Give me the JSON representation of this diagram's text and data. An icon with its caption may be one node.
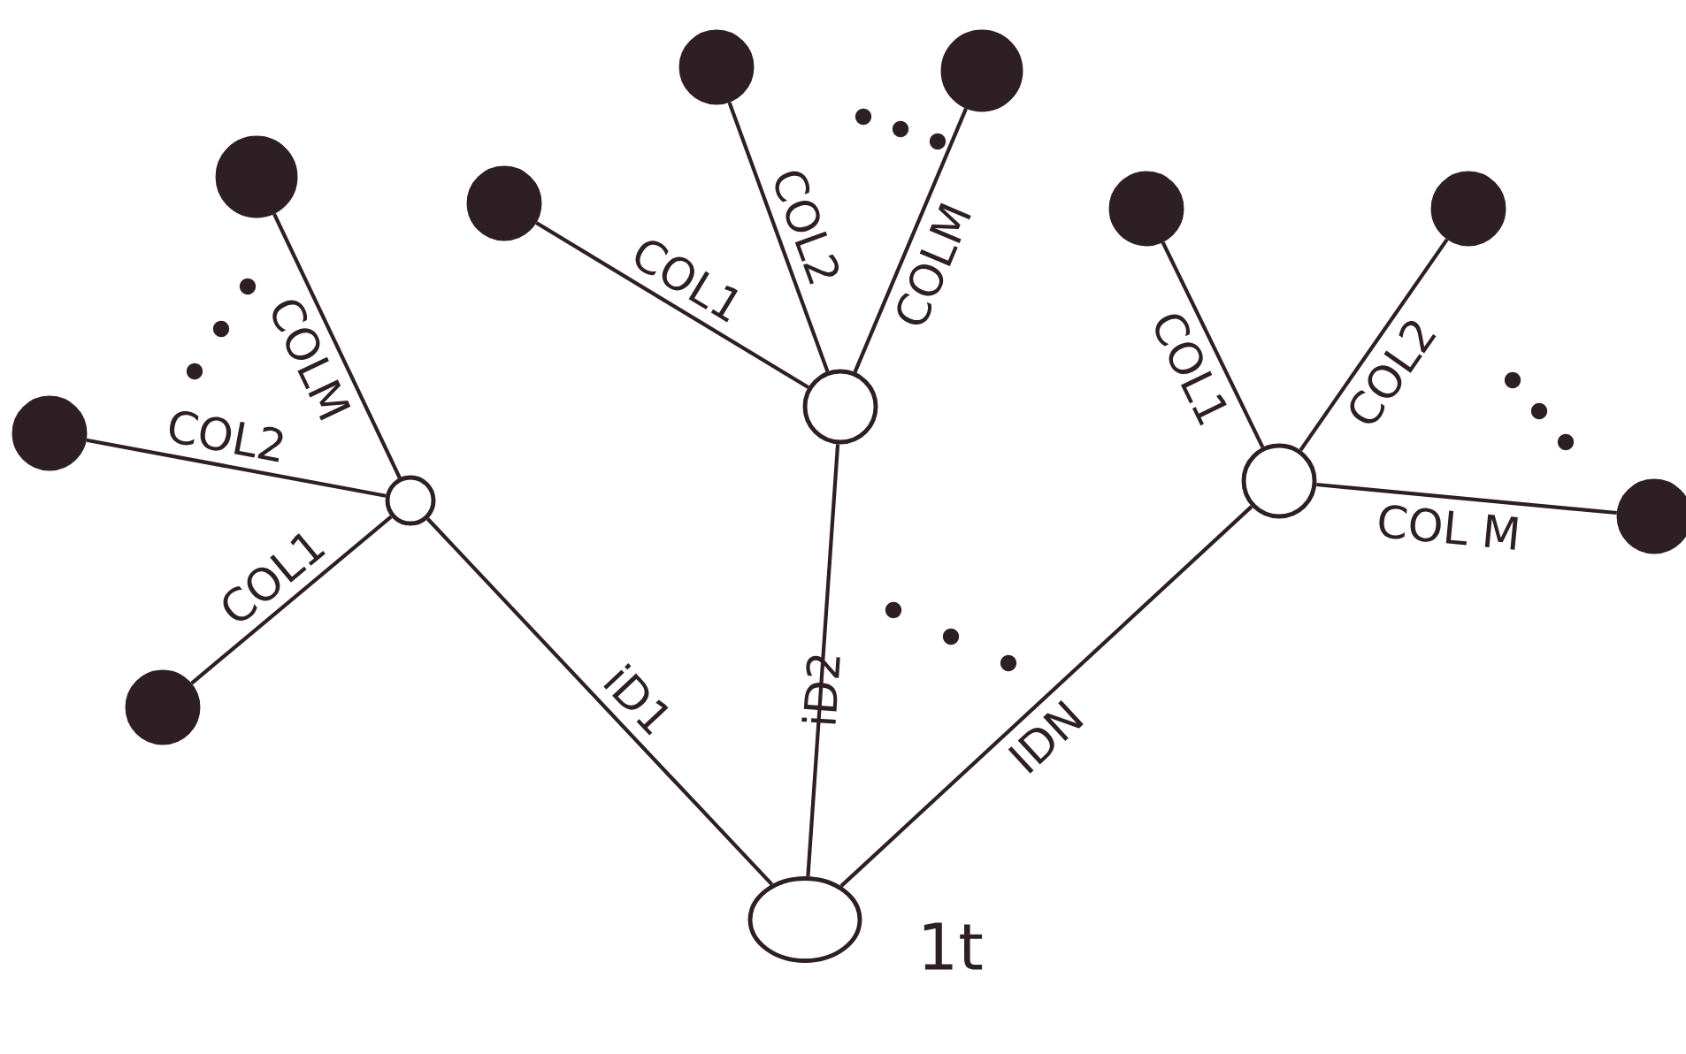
{
  "diagram": {
    "nodes": [
      {
        "text": [],
        "shape": "circle",
        "beside": [
          "1t"
        ]
      },
      {
        "text": [],
        "shape": "circle"
      },
      {
        "text": [],
        "shape": "circle"
      },
      {
        "text": [],
        "shape": "circle"
      },
      {
        "text": [],
        "shape": "circle"
      },
      {
        "text": [],
        "shape": "circle"
      },
      {
        "text": [],
        "shape": "circle"
      },
      {
        "text": [],
        "shape": "circle"
      },
      {
        "text": [],
        "shape": "circle"
      },
      {
        "text": [],
        "shape": "circle"
      },
      {
        "text": [],
        "shape": "circle"
      },
      {
        "text": [],
        "shape": "circle"
      },
      {
        "text": [],
        "shape": "circle"
      }
    ],
    "edges": [
      {
        "from": 0,
        "to": 1,
        "arrow": "none",
        "label": "iD1"
      },
      {
        "from": 0,
        "to": 2,
        "arrow": "none",
        "label": "iD2"
      },
      {
        "from": 0,
        "to": 3,
        "arrow": "none",
        "label": "IDN"
      },
      {
        "from": 1,
        "to": 4,
        "arrow": "none",
        "label": "COLM"
      },
      {
        "from": 1,
        "to": 5,
        "arrow": "none",
        "label": "COL2"
      },
      {
        "from": 1,
        "to": 6,
        "arrow": "none",
        "label": "COL1"
      },
      {
        "from": 2,
        "to": 7,
        "arrow": "none",
        "label": "COL1"
      },
      {
        "from": 2,
        "to": 8,
        "arrow": "none",
        "label": "COL2"
      },
      {
        "from": 2,
        "to": 9,
        "arrow": "none",
        "label": "COLM"
      },
      {
        "from": 3,
        "to": 10,
        "arrow": "none",
        "label": "COL1"
      },
      {
        "from": 3,
        "to": 11,
        "arrow": "none",
        "label": "COL2"
      },
      {
        "from": 3,
        "to": 12,
        "arrow": "none",
        "label": "COL M"
      }
    ]
  }
}
